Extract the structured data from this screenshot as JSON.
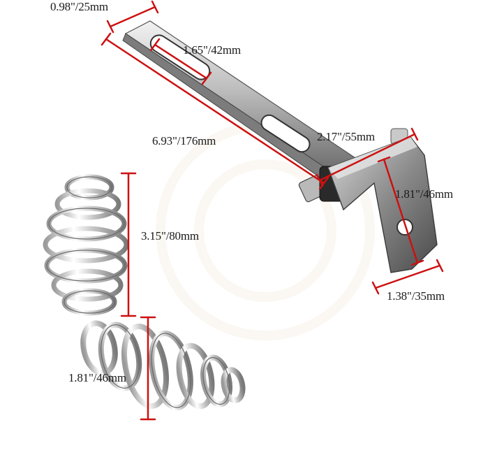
{
  "colors": {
    "dimension_line": "#cc1111",
    "label_text": "#1a1a1a",
    "metal_light": "#e8e8e8",
    "metal_dark": "#5a5a5a"
  },
  "dimensions": {
    "bracket_width": "0.98\"/25mm",
    "slot_length": "1.65\"/42mm",
    "bracket_length": "6.93\"/176mm",
    "bend_width": "2.17\"/55mm",
    "tab_height": "1.81\"/46mm",
    "tab_width": "1.38\"/35mm",
    "spring_height": "3.15\"/80mm",
    "spring_length": "1.81\"/46mm"
  }
}
